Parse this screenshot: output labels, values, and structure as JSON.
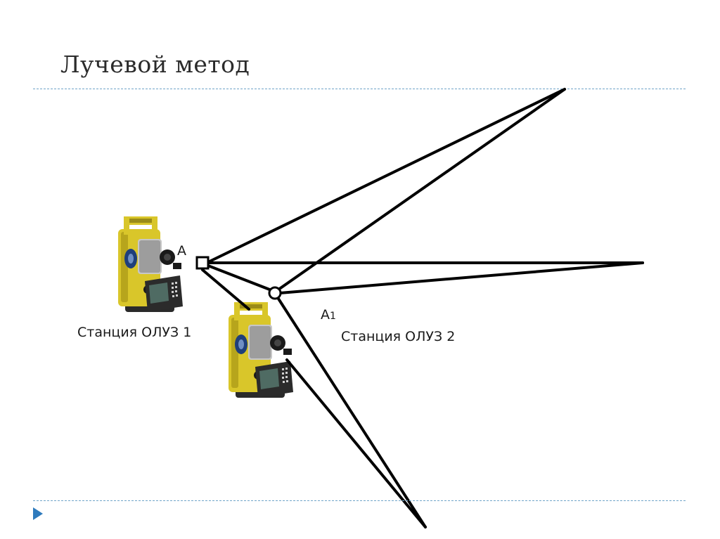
{
  "slide": {
    "title": "Лучевой метод"
  },
  "points": {
    "a_label": "A",
    "a1_label_main": "A",
    "a1_label_sub": "1"
  },
  "stations": {
    "station1_label": "Станция ОЛУЗ 1",
    "station2_label": "Станция ОЛУЗ 2"
  },
  "icons": {
    "total_station_1": "total-station-instrument",
    "total_station_2": "total-station-instrument",
    "point_a_marker": "square-marker",
    "point_a1_marker": "circle-marker",
    "next_slide": "triangle-right-icon"
  },
  "colors": {
    "divider": "#6fa4c9",
    "nav_arrow": "#2f7bbd",
    "lines": "#000000",
    "instrument_body": "#d9c62a"
  }
}
